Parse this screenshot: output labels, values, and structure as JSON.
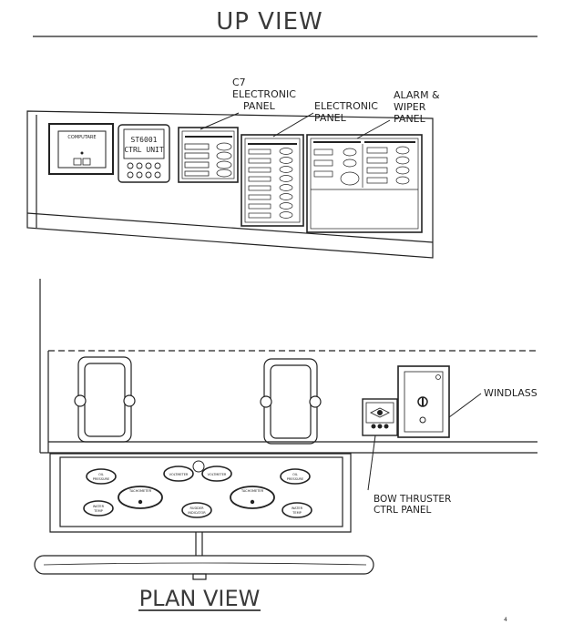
{
  "titles": {
    "up_view": "UP VIEW",
    "plan_view": "PLAN VIEW"
  },
  "callouts": {
    "c7_panel": [
      "C7",
      "ELECTRONIC",
      "PANEL"
    ],
    "electronic_panel": [
      "ELECTRONIC",
      "PANEL"
    ],
    "alarm_wiper_panel": [
      "ALARM &",
      "WIPER",
      "PANEL"
    ],
    "windlass": "WINDLASS",
    "bow_thruster": [
      "BOW THRUSTER",
      "CTRL PANEL"
    ]
  },
  "instruments": {
    "compass_label": "COMPUTARE",
    "control_unit": [
      "ST6001",
      "CTRL UNIT"
    ]
  },
  "gauges": {
    "oil_pressure": [
      "OIL",
      "PRESSURE"
    ],
    "voltmeter": "VOLTMETER",
    "tachometer": "TACHOMETER",
    "water_temp": [
      "WATER",
      "TEMP"
    ],
    "rudder_indicator": [
      "RUDDER",
      "INDICATOR"
    ]
  },
  "corner_mark": "4"
}
